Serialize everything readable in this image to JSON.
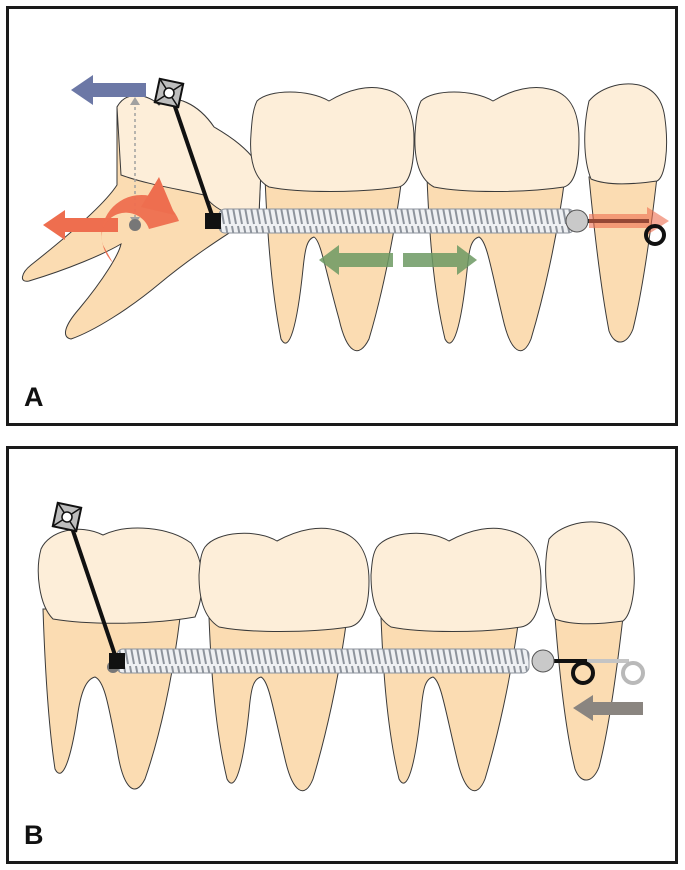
{
  "panels": [
    {
      "id": "A",
      "label": "A"
    },
    {
      "id": "B",
      "label": "B"
    }
  ],
  "colors": {
    "enamel": "#fdeed9",
    "root": "#fbdcb2",
    "outline": "#3a3a3a",
    "spring": "#a9aeb6",
    "wire": "#111111",
    "arrow_blue": "#6c78a6",
    "arrow_red": "#ee6e4f",
    "arrow_green": "#6d9a63",
    "arrow_gray": "#8a8580",
    "ghost_loop": "#b9b9b9",
    "dashed_line": "#a0a0a0"
  }
}
